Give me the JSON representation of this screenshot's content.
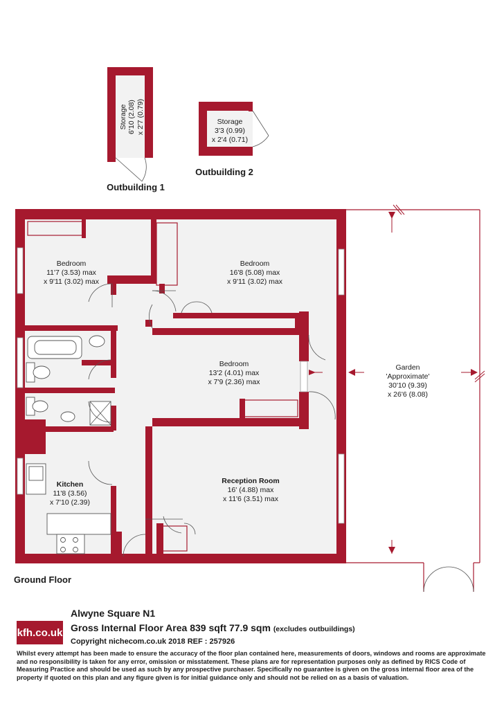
{
  "outbuildings": [
    {
      "name": "Outbuilding 1",
      "room": "Storage",
      "dim1": "6'10 (2.08)",
      "dim2": "x 2'7 (0.79)"
    },
    {
      "name": "Outbuilding 2",
      "room": "Storage",
      "dim1": "3'3 (0.99)",
      "dim2": "x 2'4 (0.71)"
    }
  ],
  "floor_label": "Ground Floor",
  "rooms": {
    "bedroom1": {
      "name": "Bedroom",
      "dim1": "11'7 (3.53) max",
      "dim2": "x 9'11 (3.02) max"
    },
    "bedroom2": {
      "name": "Bedroom",
      "dim1": "16'8 (5.08) max",
      "dim2": "x 9'11 (3.02) max"
    },
    "bedroom3": {
      "name": "Bedroom",
      "dim1": "13'2 (4.01) max",
      "dim2": "x 7'9 (2.36) max"
    },
    "kitchen": {
      "name": "Kitchen",
      "dim1": "11'8 (3.56)",
      "dim2": "x 7'10 (2.39)"
    },
    "reception": {
      "name": "Reception Room",
      "dim1": "16' (4.88) max",
      "dim2": "x 11'6 (3.51) max"
    },
    "garden": {
      "name": "Garden",
      "dim0": "'Approximate'",
      "dim1": "30'10 (9.39)",
      "dim2": "x 26'6 (8.08)"
    }
  },
  "footer": {
    "logo": "kfh.co.uk",
    "address": "Alwyne Square N1",
    "area": "Gross Internal Floor Area 839 sqft 77.9 sqm",
    "area_note": "(excludes outbuildings)",
    "copyright": "Copyright nichecom.co.uk 2018 REF : 257926",
    "disclaimer": "Whilst every attempt has been made to ensure the accuracy of the floor plan contained here, measurements of doors, windows and rooms are approximate and no responsibility is taken for any error, omission or misstatement. These plans are for representation purposes only as defined by RICS Code of Measuring Practice and should be used as such by any prospective purchaser. Specifically no guarantee is given on the gross internal floor area of the property if quoted on this plan and any figure given is for initial guidance only and should not be relied on as a basis of valuation."
  },
  "colors": {
    "wall": "#a6192e",
    "floor": "#f2f2f2",
    "logo_bg": "#a6192e"
  }
}
